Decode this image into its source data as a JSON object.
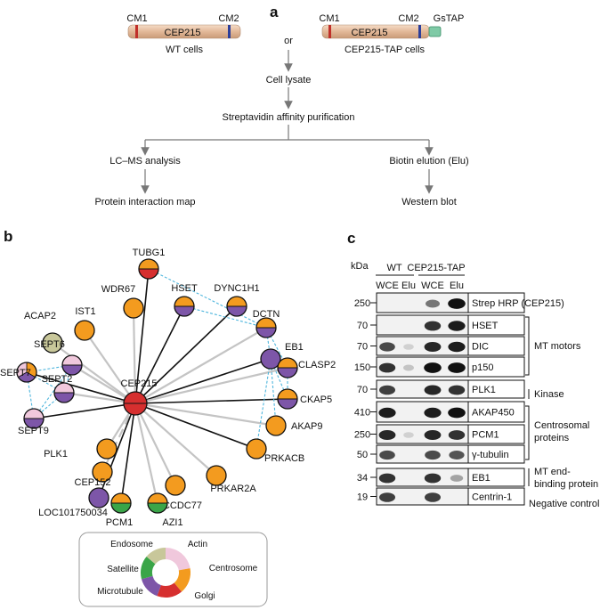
{
  "panel_a": {
    "letter": "a",
    "wt_construct": {
      "cm1": "CM1",
      "cm2": "CM2",
      "name": "CEP215",
      "caption": "WT cells"
    },
    "or_text": "or",
    "tap_construct": {
      "cm1": "CM1",
      "cm2": "CM2",
      "name": "CEP215",
      "tag": "GsTAP",
      "caption": "CEP215-TAP cells"
    },
    "steps": {
      "lysate": "Cell lysate",
      "purification": "Streptavidin affinity purification",
      "lcms": "LC–MS analysis",
      "elution": "Biotin elution (Elu)",
      "map": "Protein interaction map",
      "western": "Western blot"
    }
  },
  "panel_b": {
    "letter": "b",
    "hub": "CEP215",
    "nodes": [
      {
        "id": "TUBG1",
        "label": "TUBG1",
        "colors": [
          "#f39b1f",
          "#d62f2f"
        ]
      },
      {
        "id": "HSET",
        "label": "HSET",
        "colors": [
          "#f39b1f",
          "#7d56a8"
        ]
      },
      {
        "id": "DYNC1H1",
        "label": "DYNC1H1",
        "colors": [
          "#f39b1f",
          "#7d56a8"
        ]
      },
      {
        "id": "WDR67",
        "label": "WDR67",
        "colors": [
          "#f39b1f"
        ]
      },
      {
        "id": "IST1",
        "label": "IST1",
        "colors": [
          "#f39b1f"
        ]
      },
      {
        "id": "DCTN",
        "label": "DCTN",
        "colors": [
          "#f39b1f",
          "#7d56a8"
        ]
      },
      {
        "id": "ACAP2",
        "label": "ACAP2",
        "colors": [
          "#c8c79a"
        ]
      },
      {
        "id": "EB1",
        "label": "EB1",
        "colors": [
          "#7d56a8"
        ]
      },
      {
        "id": "SEPT6",
        "label": "SEPT6",
        "colors": [
          "#f0c8dc",
          "#7d56a8"
        ]
      },
      {
        "id": "CLASP2",
        "label": "CLASP2",
        "colors": [
          "#f39b1f",
          "#7d56a8"
        ]
      },
      {
        "id": "SEPT7",
        "label": "SEPT7",
        "colors": [
          "#f39b1f",
          "#7d56a8",
          "#f0c8dc"
        ]
      },
      {
        "id": "SEPT2",
        "label": "SEPT2",
        "colors": [
          "#f0c8dc",
          "#7d56a8"
        ]
      },
      {
        "id": "CKAP5",
        "label": "CKAP5",
        "colors": [
          "#f39b1f",
          "#7d56a8"
        ]
      },
      {
        "id": "SEPT9",
        "label": "SEPT9",
        "colors": [
          "#f0c8dc",
          "#7d56a8"
        ]
      },
      {
        "id": "AKAP9",
        "label": "AKAP9",
        "colors": [
          "#f39b1f"
        ]
      },
      {
        "id": "PRKACB",
        "label": "PRKACB",
        "colors": [
          "#f39b1f"
        ]
      },
      {
        "id": "PLK1",
        "label": "PLK1",
        "colors": [
          "#f39b1f"
        ]
      },
      {
        "id": "CEP152",
        "label": "CEP152",
        "colors": [
          "#f39b1f"
        ]
      },
      {
        "id": "PRKAR2A",
        "label": "PRKAR2A",
        "colors": [
          "#f39b1f"
        ]
      },
      {
        "id": "CCDC77",
        "label": "CCDC77",
        "colors": [
          "#f39b1f"
        ]
      },
      {
        "id": "LOC101750034",
        "label": "LOC101750034",
        "colors": [
          "#7d56a8"
        ]
      },
      {
        "id": "PCM1",
        "label": "PCM1",
        "colors": [
          "#f39b1f",
          "#3aa548"
        ]
      },
      {
        "id": "AZI1",
        "label": "AZI1",
        "colors": [
          "#f39b1f",
          "#3aa548"
        ]
      }
    ],
    "legend": {
      "endosome": "Endosome",
      "actin": "Actin",
      "satellite": "Satellite",
      "centrosome": "Centrosome",
      "microtubule": "Microtubule",
      "golgi": "Golgi",
      "colors": {
        "endosome": "#c8c79a",
        "actin": "#f0c8dc",
        "satellite": "#3aa548",
        "centrosome": "#f39b1f",
        "microtubule": "#7d56a8",
        "golgi": "#d62f2f"
      }
    }
  },
  "panel_c": {
    "letter": "c",
    "kda": "kDa",
    "group_wt": "WT",
    "group_tap": "CEP215-TAP",
    "lanes": [
      "WCE",
      "Elu",
      "WCE",
      "Elu"
    ],
    "rows": [
      {
        "mw": "250",
        "label": "Strep HRP (CEP215)"
      },
      {
        "mw": "70",
        "label": "HSET"
      },
      {
        "mw": "70",
        "label": "DIC"
      },
      {
        "mw": "150",
        "label": "p150"
      },
      {
        "mw": "70",
        "label": "PLK1"
      },
      {
        "mw": "410",
        "label": "AKAP450"
      },
      {
        "mw": "250",
        "label": "PCM1"
      },
      {
        "mw": "50",
        "label": "γ-tubulin"
      },
      {
        "mw": "34",
        "label": "EB1"
      },
      {
        "mw": "19",
        "label": "Centrin-1"
      }
    ],
    "groups": {
      "mt_motors": "MT motors",
      "kinase": "Kinase",
      "centrosomal_1": "Centrosomal",
      "centrosomal_2": "proteins",
      "mt_end_1": "MT end-",
      "mt_end_2": "binding protein",
      "negative": "Negative control"
    }
  }
}
